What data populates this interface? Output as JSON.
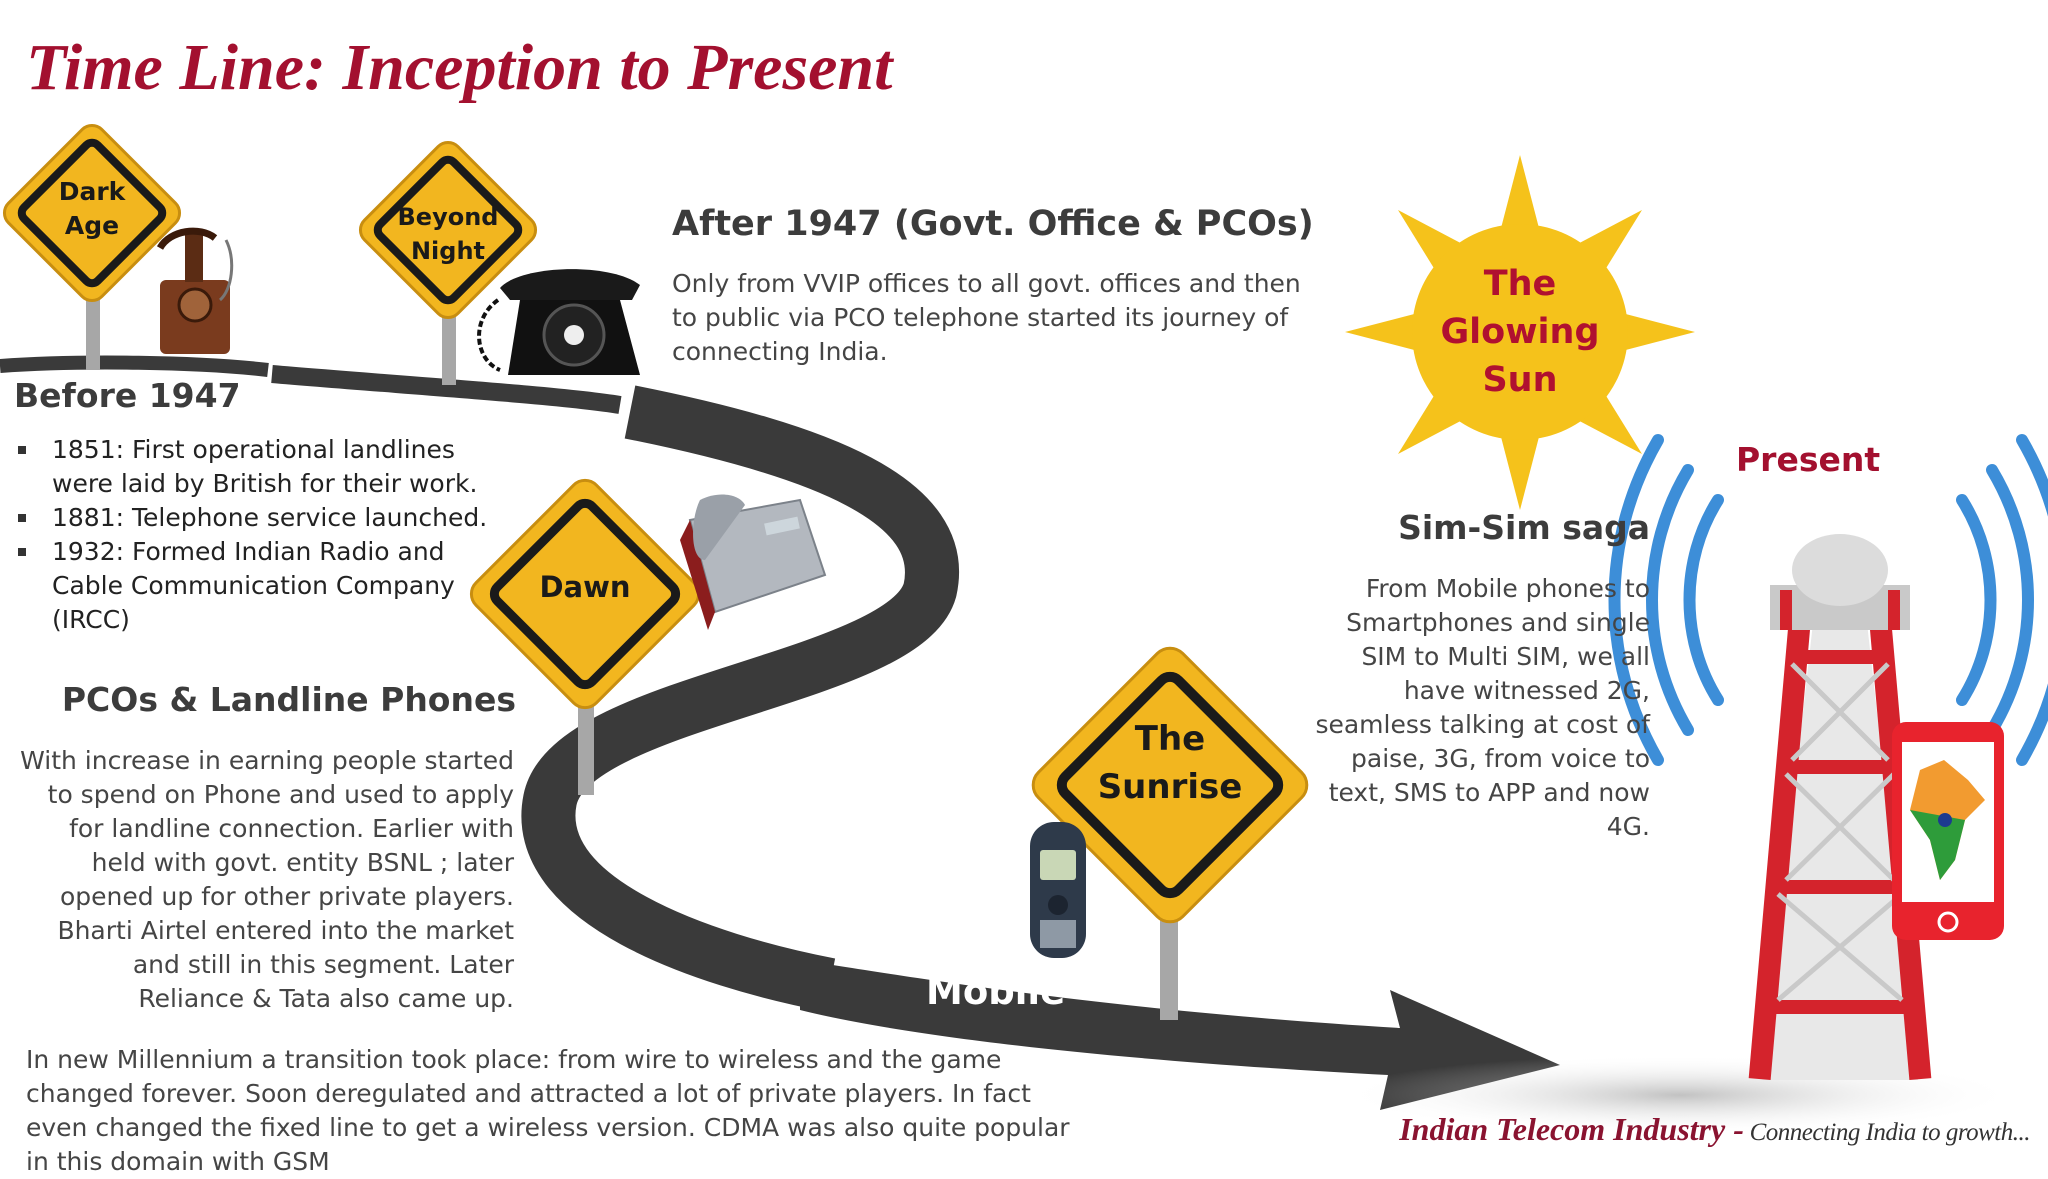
{
  "title": "Time Line: Inception to Present",
  "signs": {
    "dark_age": [
      "Dark",
      "Age"
    ],
    "beyond_night": [
      "Beyond",
      "Night"
    ],
    "dawn": "Dawn",
    "sunrise": [
      "The",
      "Sunrise"
    ]
  },
  "sun": [
    "The",
    "Glowing",
    "Sun"
  ],
  "present_label": "Present",
  "road_label": "Mobile",
  "before_1947": {
    "heading": "Before 1947",
    "items": [
      "1851:  First operational landlines were laid by British for their work.",
      "1881: Telephone service launched.",
      "1932: Formed Indian Radio and Cable Communication Company (IRCC)"
    ]
  },
  "after_1947": {
    "heading": "After 1947 (Govt. Office & PCOs)",
    "text": "Only from VVIP offices to all govt. offices and then to public via PCO telephone started its journey of connecting India."
  },
  "pcos": {
    "heading": "PCOs & Landline Phones",
    "text": "With increase in earning people started to spend on Phone and used to apply for landline connection. Earlier with held with govt. entity BSNL ; later opened up for other private players. Bharti Airtel entered into the market and still in this segment. Later Reliance &  Tata also came up."
  },
  "sim_saga": {
    "heading": "Sim-Sim saga",
    "text": "From Mobile phones to Smartphones and single SIM to Multi SIM, we all have witnessed 2G, seamless talking at cost of paise, 3G, from voice to text, SMS to APP and now 4G."
  },
  "millennium": {
    "text": "In new Millennium a transition took place: from wire to wireless and the game changed forever. Soon deregulated and attracted a lot of private players. In fact even  changed the fixed line to get a wireless version. CDMA was also quite popular in this domain with GSM"
  },
  "footer": {
    "brand": "Indian Telecom Industry -",
    "tagline": " Connecting India to growth..."
  },
  "colors": {
    "title": "#a3102f",
    "sign_yellow": "#f2b61f",
    "road": "#3a3a3a",
    "sun": "#f5c21b",
    "sun_text": "#b01030",
    "tower_red": "#d4232c",
    "signal_blue": "#3d8ed8"
  }
}
